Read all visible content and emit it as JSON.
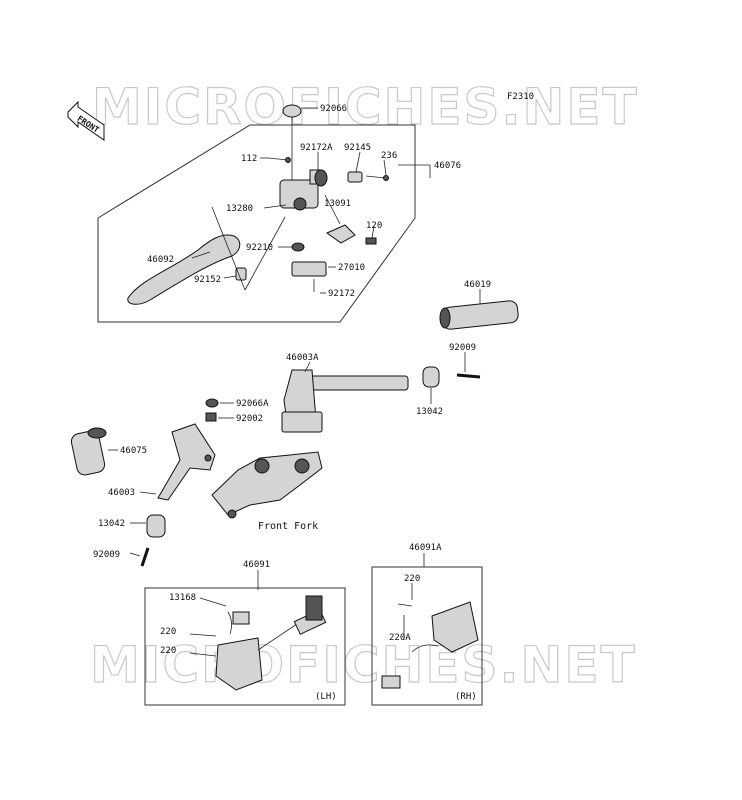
{
  "diagram_code": "F2310",
  "watermark": "MICROFICHES.NET",
  "front_label": "FRONT",
  "front_fork_label": "Front Fork",
  "lh_label": "(LH)",
  "rh_label": "(RH)",
  "parts": {
    "p92066": "92066",
    "p112": "112",
    "p92172A": "92172A",
    "p92145": "92145",
    "p236": "236",
    "p46076": "46076",
    "p13280": "13280",
    "p13091": "13091",
    "p120": "120",
    "p46092": "46092",
    "p92210": "92210",
    "p27010": "27010",
    "p92152": "92152",
    "p92172": "92172",
    "p46019": "46019",
    "p46003A": "46003A",
    "p92009a": "92009",
    "p13042a": "13042",
    "p92066A": "92066A",
    "p92002": "92002",
    "p46075": "46075",
    "p46003": "46003",
    "p13042b": "13042",
    "p92009b": "92009",
    "p46091": "46091",
    "p46091A": "46091A",
    "p13168": "13168",
    "p220a": "220",
    "p220b": "220",
    "p220c": "220",
    "p220A": "220A"
  }
}
